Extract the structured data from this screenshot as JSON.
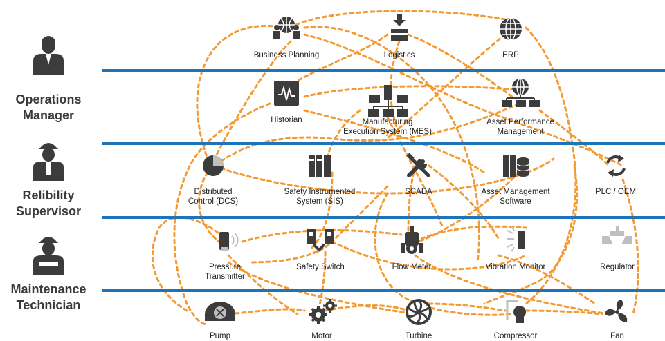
{
  "colors": {
    "band": "#1f73b8",
    "link": "#f39a33",
    "icon": "#3c3c3c",
    "label": "#222222",
    "icon_faint": "#bfbfbf"
  },
  "roles": [
    {
      "id": "operations",
      "lines": [
        "Operations",
        "Manager"
      ]
    },
    {
      "id": "reliability",
      "lines": [
        "Relibility",
        "Supervisor"
      ]
    },
    {
      "id": "maintenance",
      "lines": [
        "Maintenance",
        "Technician"
      ]
    }
  ],
  "nodes": [
    {
      "id": "business-planning",
      "icon": "people-globe-icon",
      "lines": [
        "Business Planning"
      ]
    },
    {
      "id": "logistics",
      "icon": "box-down-icon",
      "lines": [
        "Logistics"
      ]
    },
    {
      "id": "erp",
      "icon": "globe-icon",
      "lines": [
        "ERP"
      ]
    },
    {
      "id": "historian",
      "icon": "waveform-icon",
      "lines": [
        "Historian"
      ]
    },
    {
      "id": "mes",
      "icon": "network-icon",
      "lines": [
        "Manufacturing",
        "Execution System (MES)"
      ]
    },
    {
      "id": "apm",
      "icon": "globe-network-icon",
      "lines": [
        "Asset Performance",
        "Management"
      ]
    },
    {
      "id": "dcs",
      "icon": "pie-chart-icon",
      "lines": [
        "Distributed",
        "Control (DCS)"
      ]
    },
    {
      "id": "sis",
      "icon": "binders-icon",
      "lines": [
        "Safety Instrumented",
        "System (SIS)"
      ]
    },
    {
      "id": "scada",
      "icon": "tools-icon",
      "lines": [
        "SCADA"
      ]
    },
    {
      "id": "ams",
      "icon": "binders-database-icon",
      "lines": [
        "Asset Management",
        "Software"
      ]
    },
    {
      "id": "plc",
      "icon": "cycle-arrows-icon",
      "lines": [
        "PLC / OEM"
      ]
    },
    {
      "id": "pressure",
      "icon": "wireless-transmitter-icon",
      "lines": [
        "Pressure",
        "Transmitter"
      ]
    },
    {
      "id": "safety-switch",
      "icon": "switch-icon",
      "lines": [
        "Safety Switch"
      ]
    },
    {
      "id": "flow-meter",
      "icon": "flow-meter-icon",
      "lines": [
        "Flow Meter"
      ]
    },
    {
      "id": "vibration",
      "icon": "vibration-icon",
      "lines": [
        "Vibration Monitor"
      ]
    },
    {
      "id": "regulator",
      "icon": "regulator-icon",
      "lines": [
        "Regulator"
      ]
    },
    {
      "id": "pump",
      "icon": "pump-icon",
      "lines": [
        "Pump"
      ]
    },
    {
      "id": "motor",
      "icon": "gears-icon",
      "lines": [
        "Motor"
      ]
    },
    {
      "id": "turbine",
      "icon": "turbine-icon",
      "lines": [
        "Turbine"
      ]
    },
    {
      "id": "compressor",
      "icon": "compressor-icon",
      "lines": [
        "Compressor"
      ]
    },
    {
      "id": "fan",
      "icon": "fan-icon",
      "lines": [
        "Fan"
      ]
    }
  ]
}
